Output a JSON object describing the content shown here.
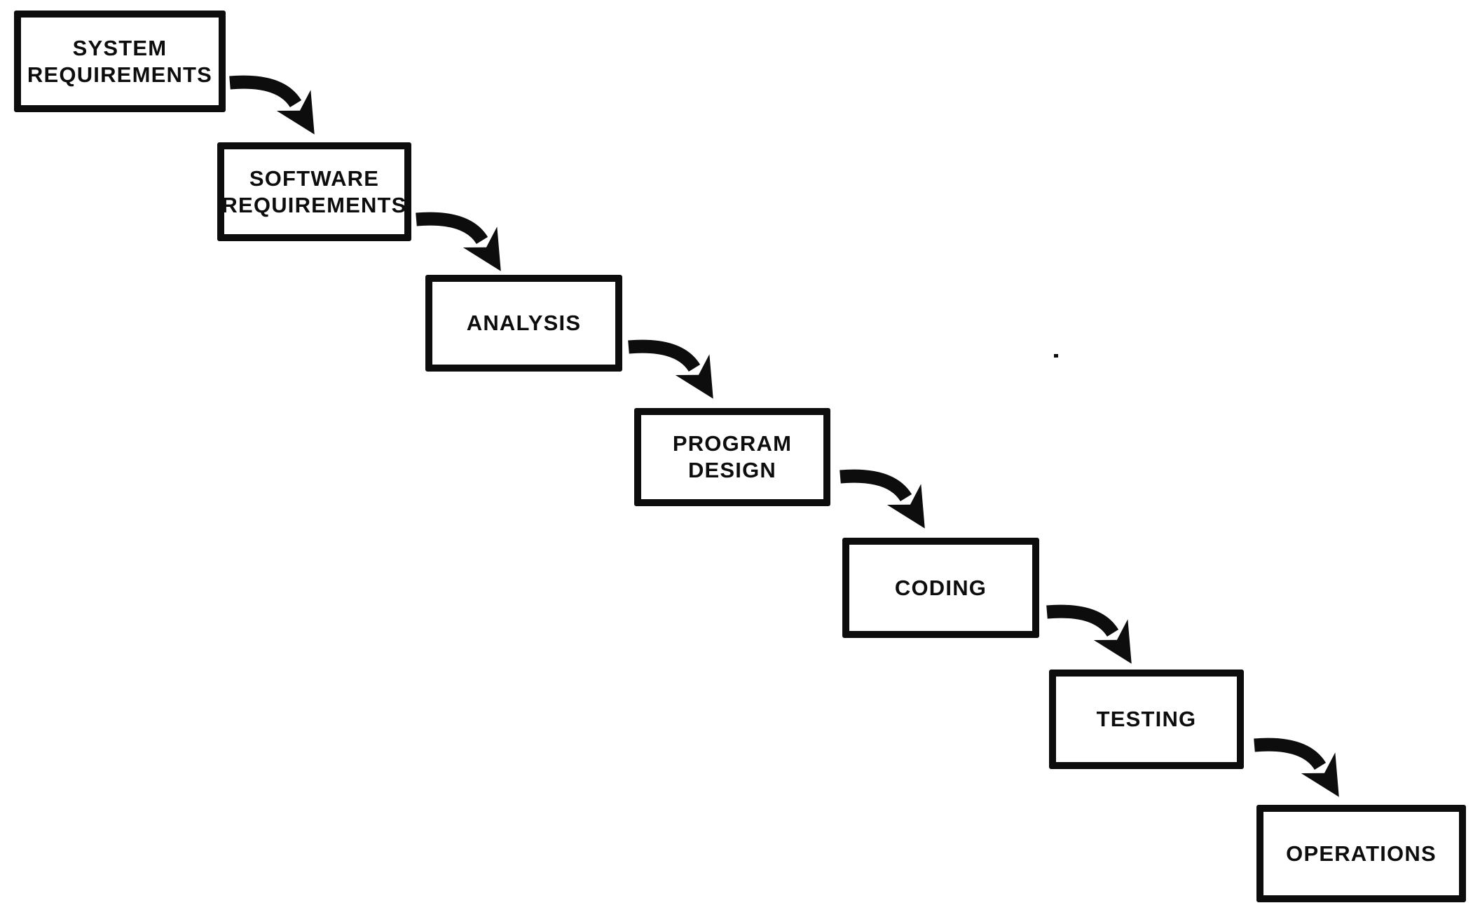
{
  "page": {
    "background_color": "#ffffff",
    "ink_color": "#0d0d0d"
  },
  "diagram": {
    "type": "flowchart",
    "nodes": [
      {
        "id": "system-requirements",
        "lines": [
          "SYSTEM",
          "REQUIREMENTS"
        ]
      },
      {
        "id": "software-requirements",
        "lines": [
          "SOFTWARE",
          "REQUIREMENTS"
        ]
      },
      {
        "id": "analysis",
        "lines": [
          "ANALYSIS"
        ]
      },
      {
        "id": "program-design",
        "lines": [
          "PROGRAM",
          "DESIGN"
        ]
      },
      {
        "id": "coding",
        "lines": [
          "CODING"
        ]
      },
      {
        "id": "testing",
        "lines": [
          "TESTING"
        ]
      },
      {
        "id": "operations",
        "lines": [
          "OPERATIONS"
        ]
      }
    ],
    "edges": [
      {
        "from": "system-requirements",
        "to": "software-requirements"
      },
      {
        "from": "software-requirements",
        "to": "analysis"
      },
      {
        "from": "analysis",
        "to": "program-design"
      },
      {
        "from": "program-design",
        "to": "coding"
      },
      {
        "from": "coding",
        "to": "testing"
      },
      {
        "from": "testing",
        "to": "operations"
      }
    ]
  }
}
